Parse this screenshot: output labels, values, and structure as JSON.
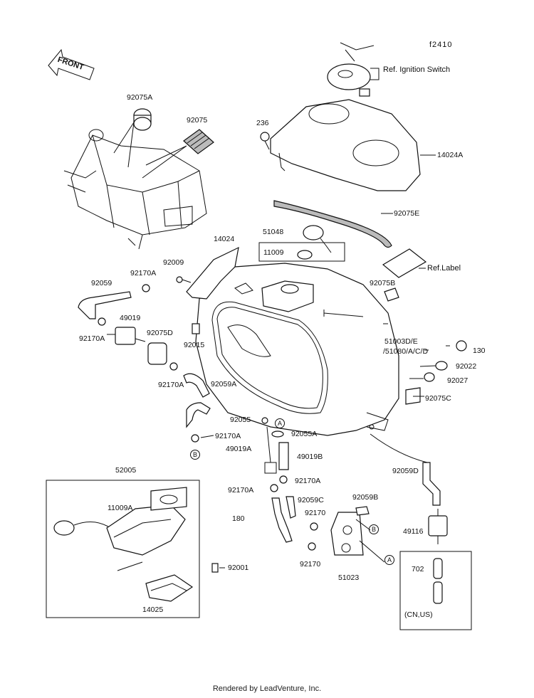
{
  "diagram_code": "f2410",
  "front_label": "FRONT",
  "footer": "Rendered by LeadVenture, Inc.",
  "refs": {
    "ignition": "Ref. Ignition Switch",
    "label": "Ref.Label"
  },
  "region_label": "(CN,US)",
  "circle_marks": {
    "a": "A",
    "b": "B"
  },
  "parts": [
    "92075A",
    "92075",
    "236",
    "14024A",
    "92075E",
    "51048",
    "11009",
    "14024",
    "92009",
    "92170A",
    "92059",
    "49019",
    "92075D",
    "92015",
    "92075B",
    "51003D/E",
    "/51080/A/C/D",
    "130",
    "92022",
    "92027",
    "92059A",
    "92075C",
    "92055",
    "92055A",
    "49019A",
    "49019B",
    "52005",
    "11009A",
    "92059D",
    "92059C",
    "92059B",
    "180",
    "92170",
    "49116",
    "702",
    "92001",
    "14025",
    "51023"
  ]
}
